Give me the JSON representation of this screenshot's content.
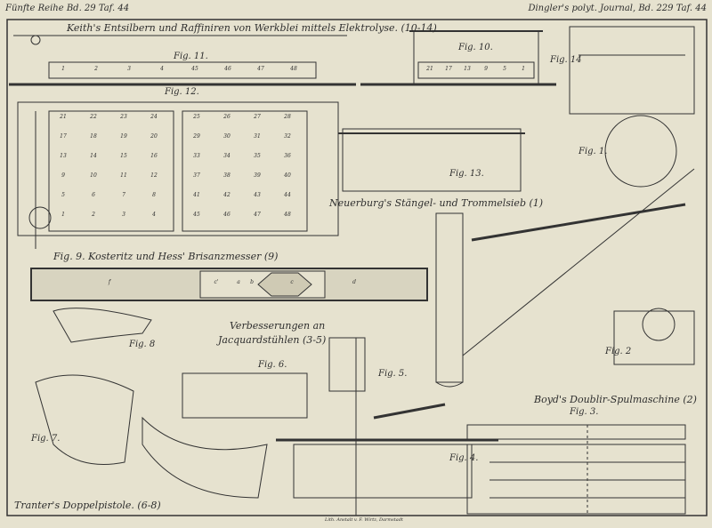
{
  "header": {
    "left": "Fünfte Reihe Bd. 29 Taf. 44",
    "right": "Dingler's polyt. Journal, Bd. 229 Taf. 44"
  },
  "captions": {
    "keith": "Keith's Entsilbern und Raffiniren von Werkblei mittels Elektrolyse. (10-14)",
    "neuerburg": "Neuerburg's Stängel- und Trommelsieb (1)",
    "kosteritz": "Fig. 9. Kosteritz und Hess' Brisanzmesser (9)",
    "jacquard1": "Verbesserungen an",
    "jacquard2": "Jacquardstühlen (3-5)",
    "boyd": "Boyd's Doublir-Spulmaschine (2)",
    "tranter": "Tranter's Doppelpistole. (6-8)",
    "imprint": "Lith. Anstalt v. F. Wirtz, Darmstadt"
  },
  "figures": {
    "f1": "Fig. 1.",
    "f2": "Fig. 2",
    "f3": "Fig. 3.",
    "f4": "Fig. 4.",
    "f5": "Fig. 5.",
    "f6": "Fig. 6.",
    "f7": "Fig. 7.",
    "f8": "Fig. 8",
    "f10": "Fig. 10.",
    "f11": "Fig. 11.",
    "f12": "Fig. 12.",
    "f13": "Fig. 13.",
    "f14": "Fig. 14"
  },
  "fig11_cells": [
    "1",
    "2",
    "3",
    "4",
    "45",
    "46",
    "47",
    "48"
  ],
  "fig10_cells": [
    "21",
    "17",
    "13",
    "9",
    "5",
    "1"
  ],
  "fig12_left": [
    [
      "21",
      "22",
      "23",
      "24"
    ],
    [
      "17",
      "18",
      "19",
      "20"
    ],
    [
      "13",
      "14",
      "15",
      "16"
    ],
    [
      "9",
      "10",
      "11",
      "12"
    ],
    [
      "5",
      "6",
      "7",
      "8"
    ],
    [
      "1",
      "2",
      "3",
      "4"
    ]
  ],
  "fig12_right": [
    [
      "25",
      "26",
      "27",
      "28"
    ],
    [
      "29",
      "30",
      "31",
      "32"
    ],
    [
      "33",
      "34",
      "35",
      "36"
    ],
    [
      "37",
      "38",
      "39",
      "40"
    ],
    [
      "41",
      "42",
      "43",
      "44"
    ],
    [
      "45",
      "46",
      "47",
      "48"
    ]
  ],
  "fig9_labels": [
    "a",
    "b",
    "c",
    "d",
    "c'",
    "f"
  ]
}
